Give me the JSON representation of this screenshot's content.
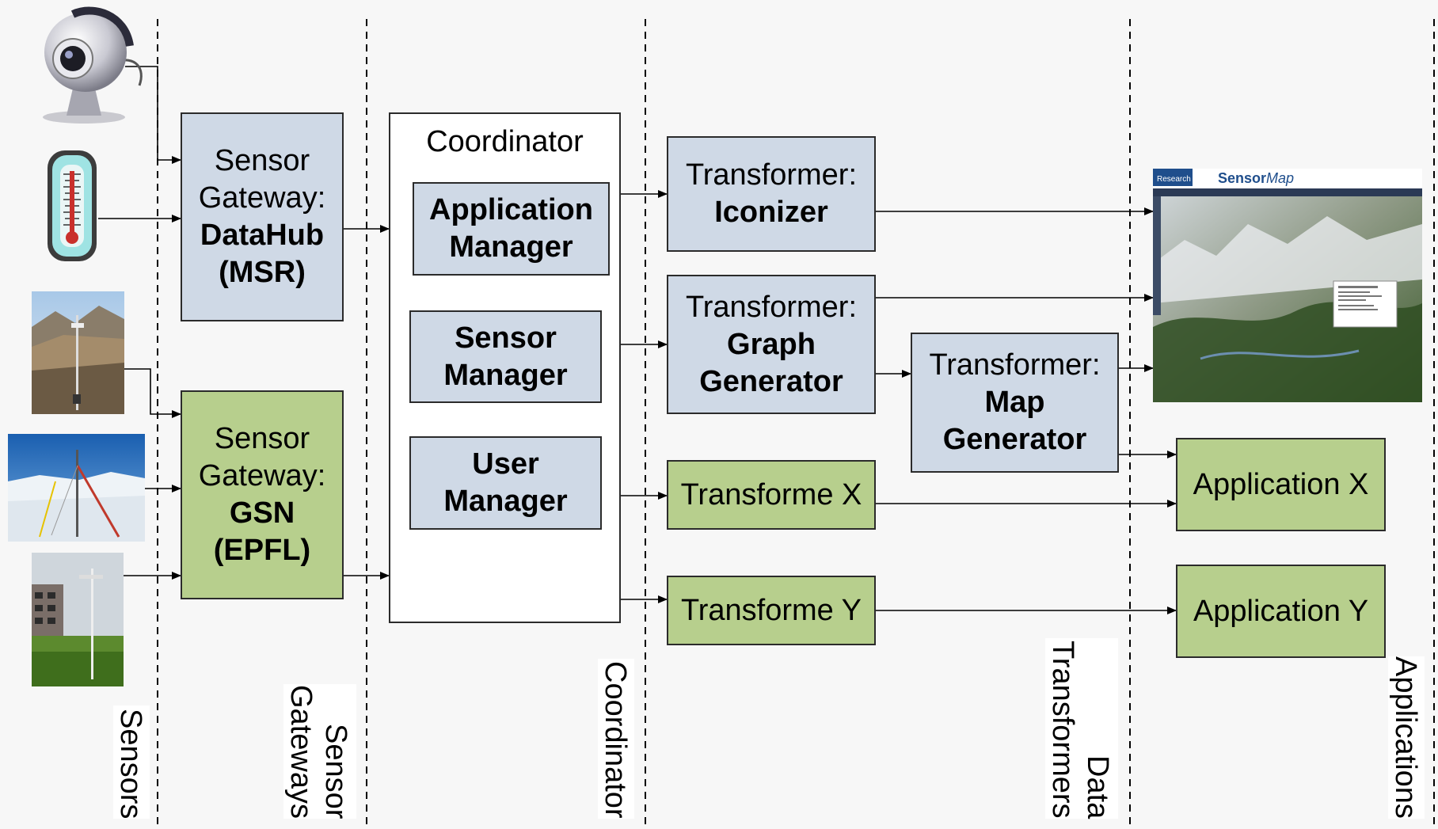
{
  "boxes": {
    "datahub": {
      "l1": "Sensor",
      "l2": "Gateway:",
      "l3": "DataHub",
      "l4": "(MSR)"
    },
    "gsn": {
      "l1": "Sensor",
      "l2": "Gateway:",
      "l3": "GSN",
      "l4": "(EPFL)"
    },
    "coordinator": {
      "title": "Coordinator"
    },
    "app_manager": {
      "l1": "Application",
      "l2": "Manager"
    },
    "sensor_manager": {
      "l1": "Sensor",
      "l2": "Manager"
    },
    "user_manager": {
      "l1": "User",
      "l2": "Manager"
    },
    "iconizer": {
      "l1": "Transformer:",
      "l2": "Iconizer"
    },
    "graph_gen": {
      "l1": "Transformer:",
      "l2": "Graph",
      "l3": "Generator"
    },
    "map_gen": {
      "l1": "Transformer:",
      "l2": "Map",
      "l3": "Generator"
    },
    "transform_x": {
      "label": "Transforme X"
    },
    "transform_y": {
      "label": "Transforme Y"
    },
    "app_x": {
      "label": "Application X"
    },
    "app_y": {
      "label": "Application Y"
    }
  },
  "columns": {
    "sensors": [
      "Sensors"
    ],
    "gateways": [
      "Sensor",
      "Gateways"
    ],
    "coordinator": [
      "Coordinator"
    ],
    "transformers": [
      "Data",
      "Transformers"
    ],
    "applications": [
      "Applications"
    ]
  },
  "sensormap": {
    "research": "Research",
    "brand_a": "Sensor",
    "brand_b": "Map"
  },
  "icons": [
    "webcam-icon",
    "thermometer-icon",
    "weather-station-photo",
    "snow-station-photo",
    "rooftop-station-photo",
    "sensormap-screenshot"
  ],
  "colors": {
    "blue_box": "#cfd9e6",
    "green_box": "#b7cf8d",
    "line": "#000000"
  }
}
